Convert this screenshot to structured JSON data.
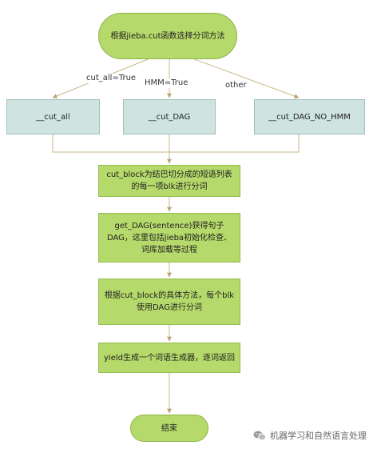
{
  "nodes": {
    "start": "根据jieba.cut函数选择分词方法",
    "cut_all": "__cut_all",
    "cut_dag": "__cut_DAG",
    "cut_dag_no_hmm": "__cut_DAG_NO_HMM",
    "cut_block": "cut_block为结巴切分成的短语列表的每一项blk进行分词",
    "get_dag": "get_DAG(sentence)获得句子DAG，这里包括jieba初始化检查、词库加载等过程",
    "cut_method": "根据cut_block的具体方法，每个blk使用DAG进行分词",
    "yield": "yield生成一个词语生成器，逐词返回",
    "end": "结束"
  },
  "edge_labels": {
    "cut_all_true": "cut_all=True",
    "hmm_true": "HMM=True",
    "other": "other"
  },
  "watermark": {
    "text": "机器学习和自然语言处理",
    "icon": "wechat-icon"
  },
  "colors": {
    "process_fill": "#b5d96a",
    "function_fill": "#cfe4e1",
    "connector": "#c9b78a"
  }
}
